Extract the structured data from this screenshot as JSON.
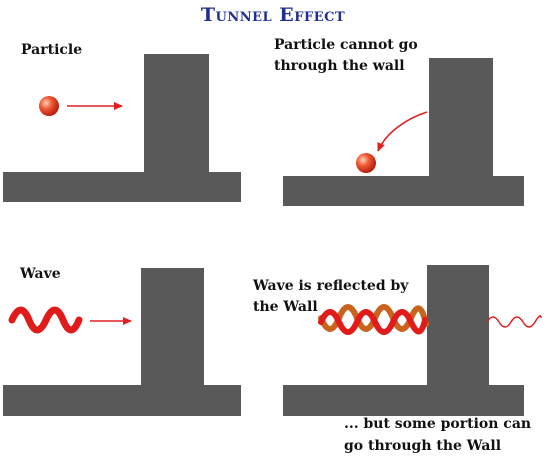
{
  "title": "Tunnel Effect",
  "panels": {
    "particle": {
      "label": "Particle"
    },
    "particle_blocked": {
      "label_line1": "Particle cannot go",
      "label_line2": "through the wall"
    },
    "wave": {
      "label": "Wave"
    },
    "wave_reflected": {
      "label_line1": "Wave is reflected by",
      "label_line2": "the Wall",
      "note_line1": "... but some portion can",
      "note_line2": "go through the Wall"
    }
  },
  "colors": {
    "title": "#1f2f8f",
    "wall": "#595959",
    "particle": "#e53a2a",
    "arrow": "#e02020",
    "wave": "#e11a1a",
    "reflected_wave": "#c8641e"
  },
  "icons": [
    "particle-ball",
    "arrow-right",
    "curved-arrow",
    "wave-squiggle"
  ]
}
